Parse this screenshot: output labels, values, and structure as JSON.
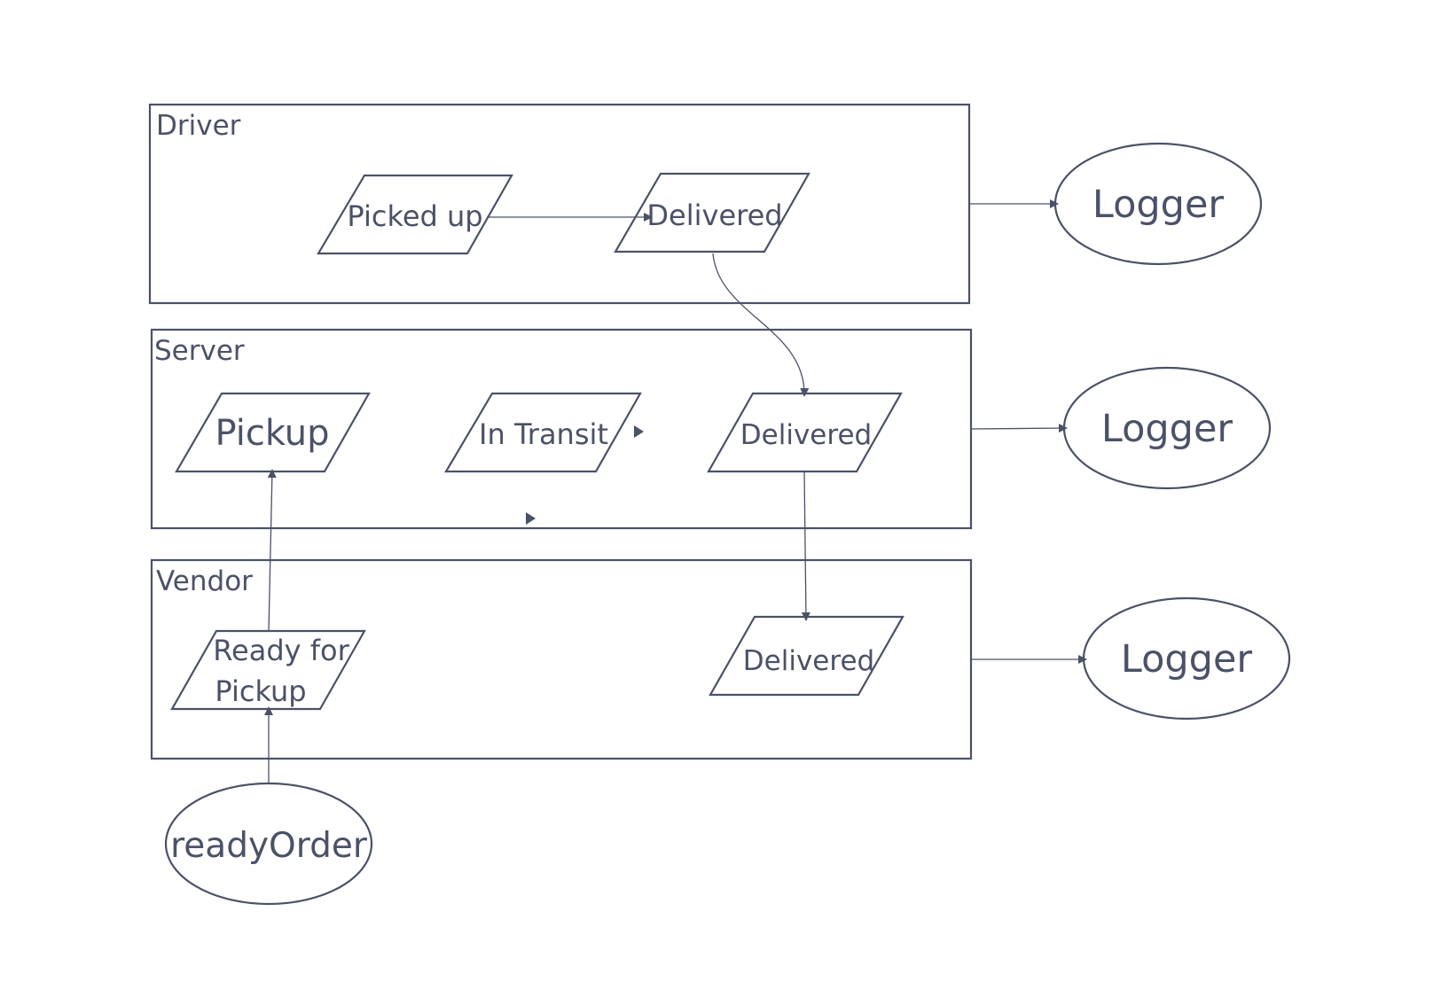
{
  "colors": {
    "stroke": "#4b5167",
    "text": "#4b5167",
    "background": "#ffffff"
  },
  "lanes": {
    "driver": {
      "label": "Driver"
    },
    "server": {
      "label": "Server"
    },
    "vendor": {
      "label": "Vendor"
    }
  },
  "nodes": {
    "driver_picked_up": "Picked up",
    "driver_delivered": "Delivered",
    "server_pickup": "Pickup",
    "server_in_transit": "In Transit",
    "server_delivered": "Delivered",
    "vendor_ready_line1": "Ready for",
    "vendor_ready_line2": "Pickup",
    "vendor_delivered": "Delivered"
  },
  "loggers": {
    "driver": "Logger",
    "server": "Logger",
    "vendor": "Logger"
  },
  "start": {
    "ready_order": "readyOrder"
  }
}
